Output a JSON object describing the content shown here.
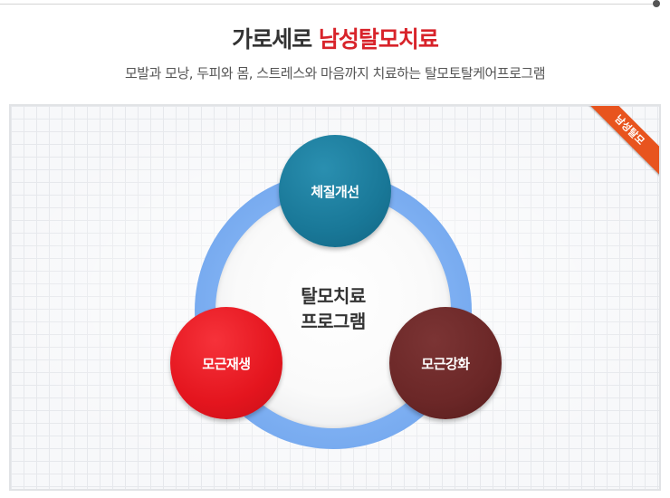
{
  "header": {
    "title_plain": "가로세로",
    "title_accent": "남성탈모치료",
    "subtitle": "모발과 모낭, 두피와 몸, 스트레스와 마음까지 치료하는 탈모토탈케어프로그램"
  },
  "badge": {
    "label": "남성탈모"
  },
  "diagram": {
    "center_line1": "탈모치료",
    "center_line2": "프로그램",
    "nodes": {
      "top": "체질개선",
      "left": "모근재생",
      "right": "모근강화"
    }
  },
  "colors": {
    "accent": "#d8232a",
    "ring": "#7daff2",
    "node_top": "#197898",
    "node_left": "#e4151e",
    "node_right": "#6b2727",
    "badge": "#e8541e"
  }
}
